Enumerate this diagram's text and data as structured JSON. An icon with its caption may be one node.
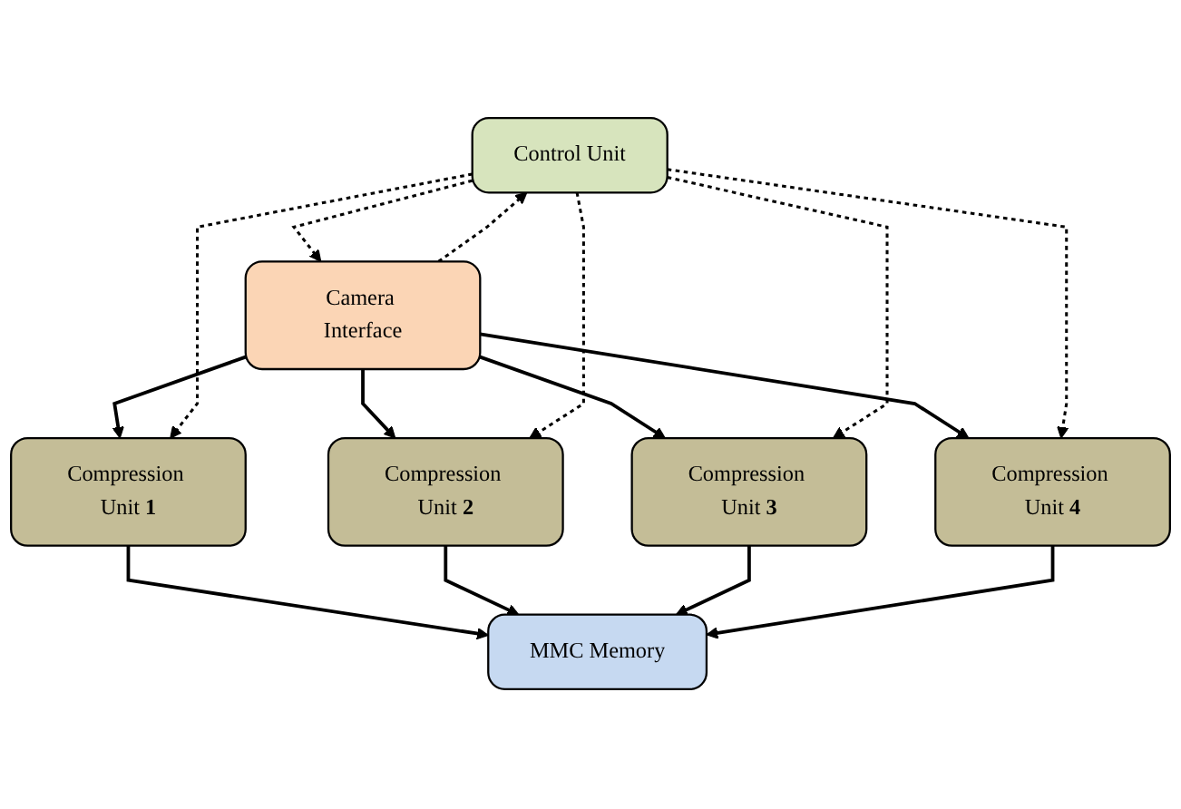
{
  "diagram": {
    "nodes": [
      {
        "text": [
          "Control Unit"
        ]
      },
      {
        "text": [
          "Camera Interface"
        ]
      },
      {
        "text": [
          "Compression Unit **1**"
        ]
      },
      {
        "text": [
          "Compression Unit **2**"
        ]
      },
      {
        "text": [
          "Compression Unit **3**"
        ]
      },
      {
        "text": [
          "Compression Unit **4**"
        ]
      },
      {
        "text": [
          "MMC Memory"
        ]
      }
    ],
    "edges": [
      {
        "from": 0,
        "to": 1,
        "arrow": "to",
        "style": "dashed"
      },
      {
        "from": 1,
        "to": 0,
        "arrow": "to",
        "style": "dashed"
      },
      {
        "from": 1,
        "to": 2,
        "arrow": "to"
      },
      {
        "from": 1,
        "to": 3,
        "arrow": "to"
      },
      {
        "from": 1,
        "to": 4,
        "arrow": "to"
      },
      {
        "from": 1,
        "to": 5,
        "arrow": "to"
      },
      {
        "from": 0,
        "to": 2,
        "arrow": "to",
        "style": "dashed"
      },
      {
        "from": 0,
        "to": 3,
        "arrow": "to",
        "style": "dashed"
      },
      {
        "from": 0,
        "to": 4,
        "arrow": "to",
        "style": "dashed"
      },
      {
        "from": 0,
        "to": 5,
        "arrow": "to",
        "style": "dashed"
      },
      {
        "from": 2,
        "to": 6,
        "arrow": "to"
      },
      {
        "from": 3,
        "to": 6,
        "arrow": "to"
      },
      {
        "from": 4,
        "to": 6,
        "arrow": "to"
      },
      {
        "from": 5,
        "to": 6,
        "arrow": "to"
      }
    ]
  }
}
